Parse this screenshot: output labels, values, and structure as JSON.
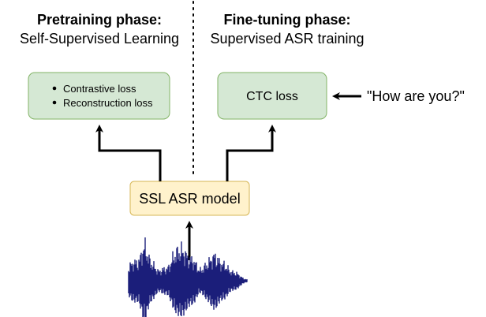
{
  "pretraining": {
    "title": "Pretraining phase:",
    "subtitle": "Self-Supervised Learning",
    "losses": [
      "Contrastive loss",
      "Reconstruction loss"
    ]
  },
  "finetuning": {
    "title": "Fine-tuning phase:",
    "subtitle": "Supervised ASR training",
    "loss": "CTC loss",
    "target_text": "\"How are you?\""
  },
  "model": {
    "label": "SSL ASR model"
  },
  "colors": {
    "loss_box_fill": "#d5e8d4",
    "loss_box_stroke": "#82b366",
    "model_box_fill": "#fff2cc",
    "model_box_stroke": "#d6b656",
    "waveform": "#1b1e7a",
    "arrow": "#000000"
  },
  "icons": {
    "audio": "audio-waveform-icon"
  }
}
